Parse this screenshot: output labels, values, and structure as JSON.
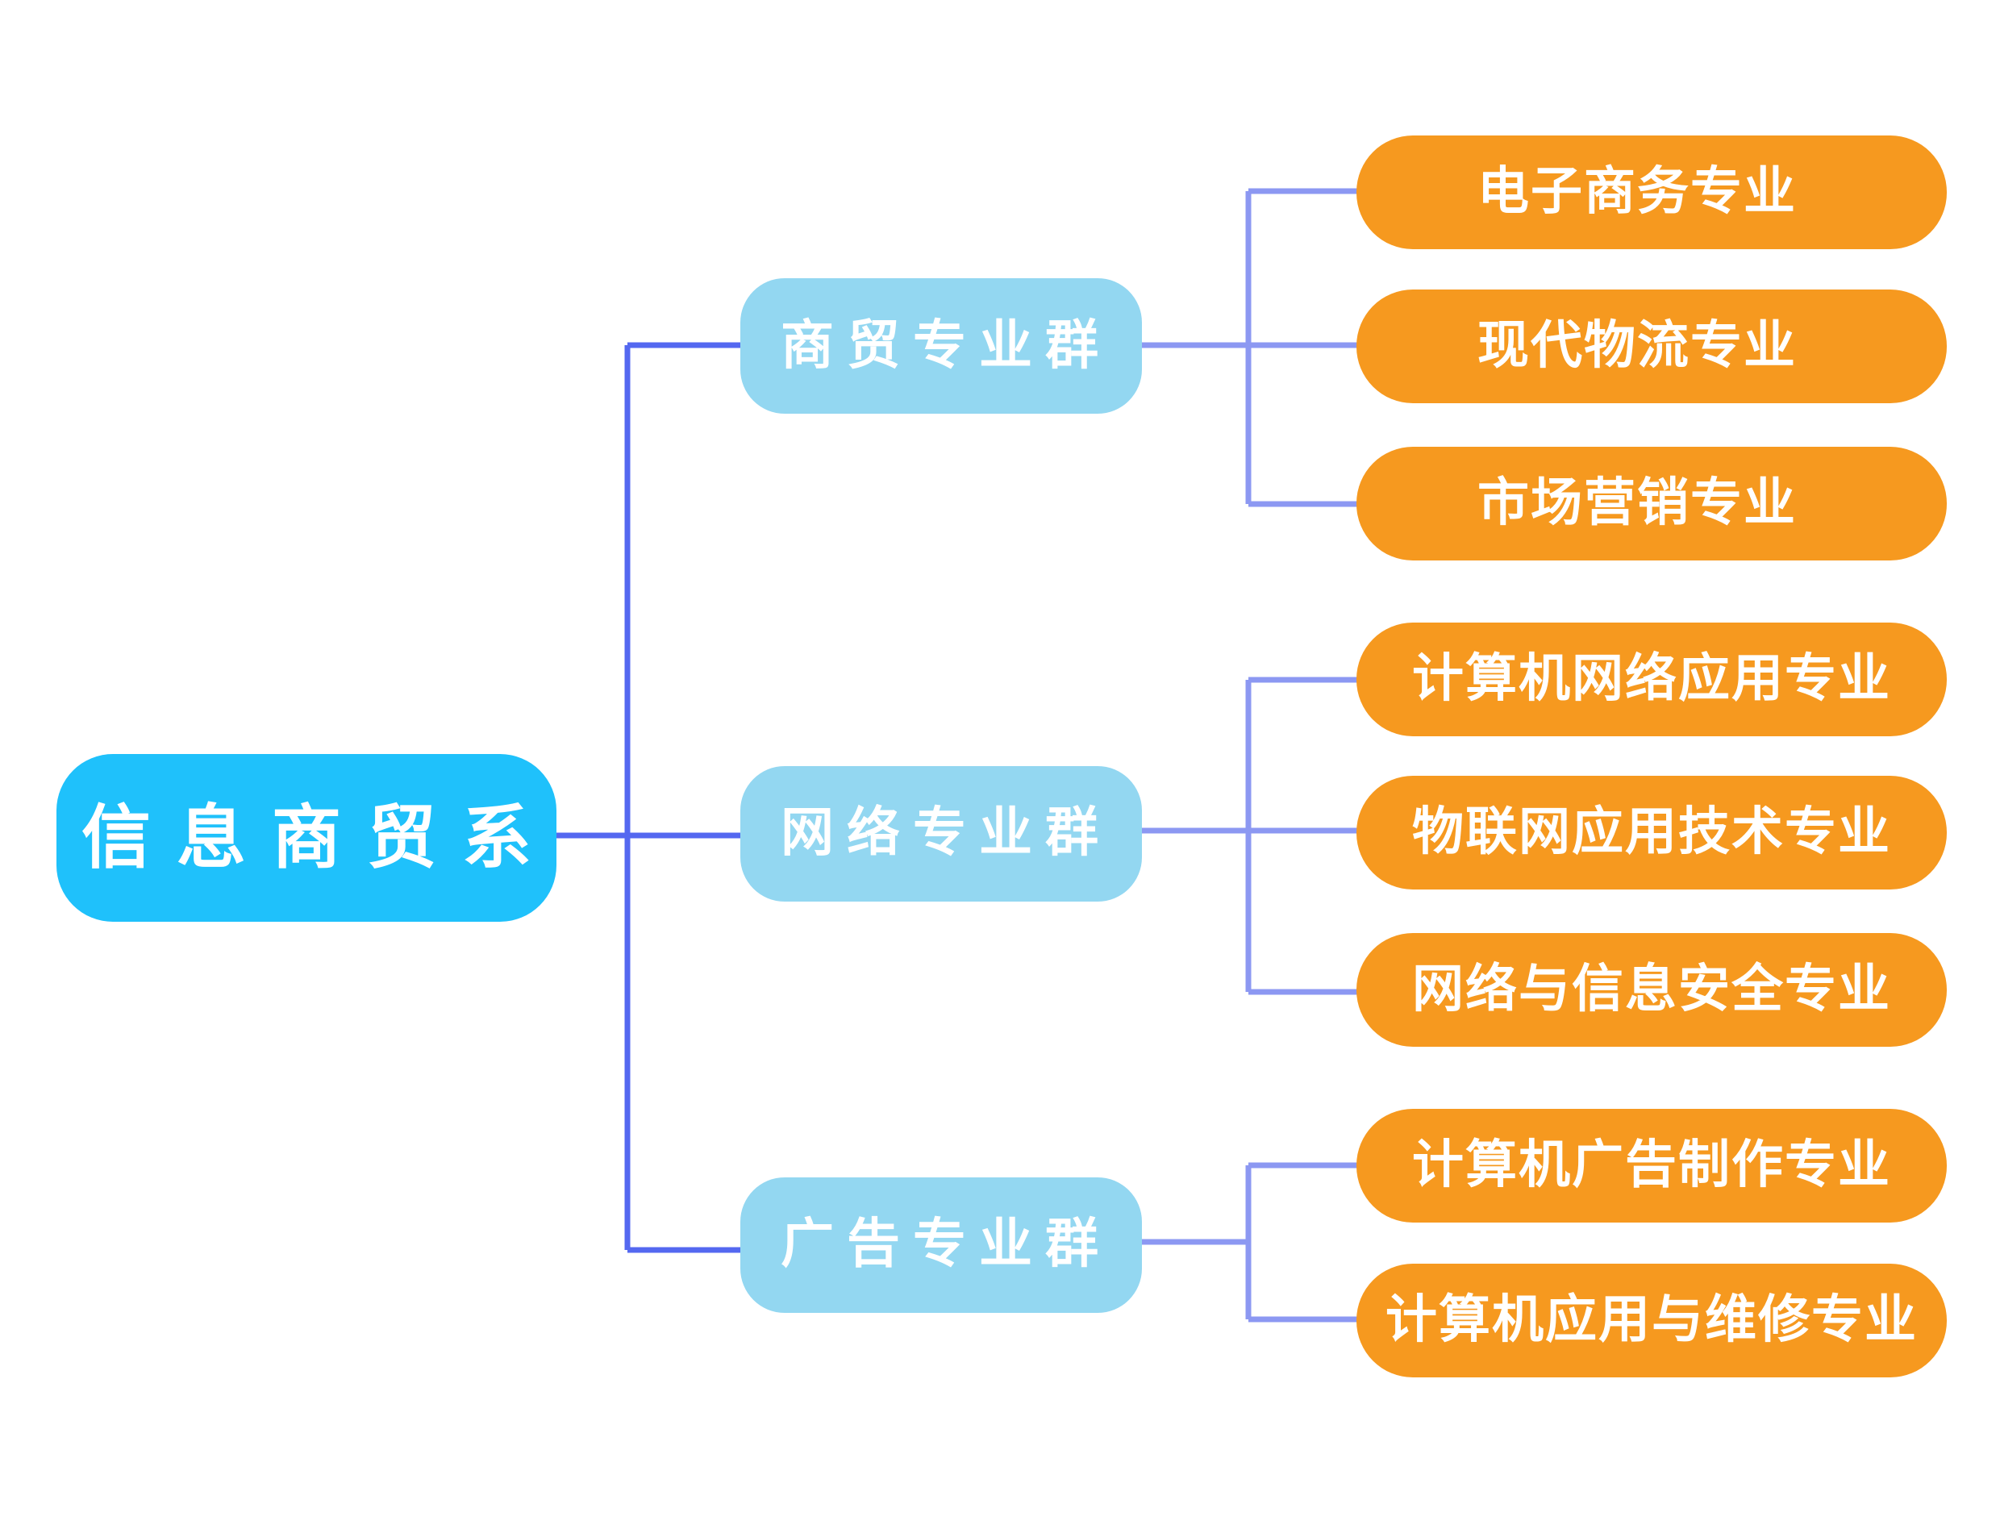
{
  "colors": {
    "root_fill": "#1fc1fb",
    "group_fill": "#93d7f1",
    "leaf_fill": "#f6991f",
    "trunk_line": "#5468f0",
    "branch_line": "#8c98f2",
    "text": "#ffffff"
  },
  "root": {
    "label": "信息商贸系"
  },
  "groups": [
    {
      "label": "商贸专业群",
      "majors": [
        "电子商务专业",
        "现代物流专业",
        "市场营销专业"
      ]
    },
    {
      "label": "网络专业群",
      "majors": [
        "计算机网络应用专业",
        "物联网应用技术专业",
        "网络与信息安全专业"
      ]
    },
    {
      "label": "广告专业群",
      "majors": [
        "计算机广告制作专业",
        "计算机应用与维修专业"
      ]
    }
  ]
}
